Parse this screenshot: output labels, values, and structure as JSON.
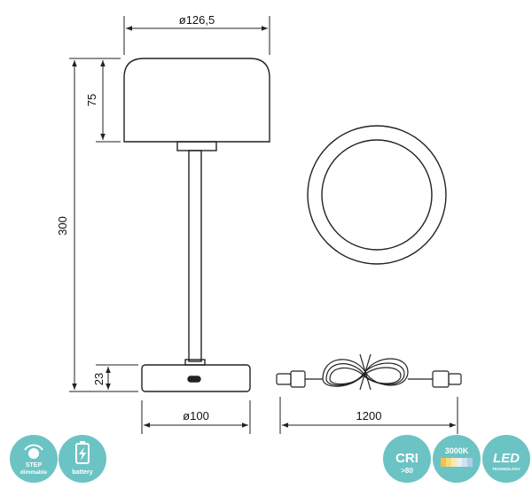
{
  "dimensions": {
    "shade_diameter": "ø126,5",
    "total_height": "300",
    "shade_height": "75",
    "base_height": "23",
    "base_diameter": "ø100",
    "cable_length": "1200"
  },
  "badges": {
    "step_dimmable": {
      "line1": "STEP",
      "line2": "dimmable",
      "color": "#6cc3c4"
    },
    "battery": {
      "label": "battery",
      "color": "#6cc3c4"
    },
    "cri": {
      "label": "CRI",
      "value": ">80",
      "color": "#6cc3c4"
    },
    "cct": {
      "label": "3000K",
      "color": "#6cc3c4"
    },
    "led": {
      "label": "LED",
      "sub": "TECHNOLOGY",
      "color": "#6cc3c4"
    }
  },
  "colors": {
    "line": "#222222",
    "badge": "#6cc3c4"
  }
}
